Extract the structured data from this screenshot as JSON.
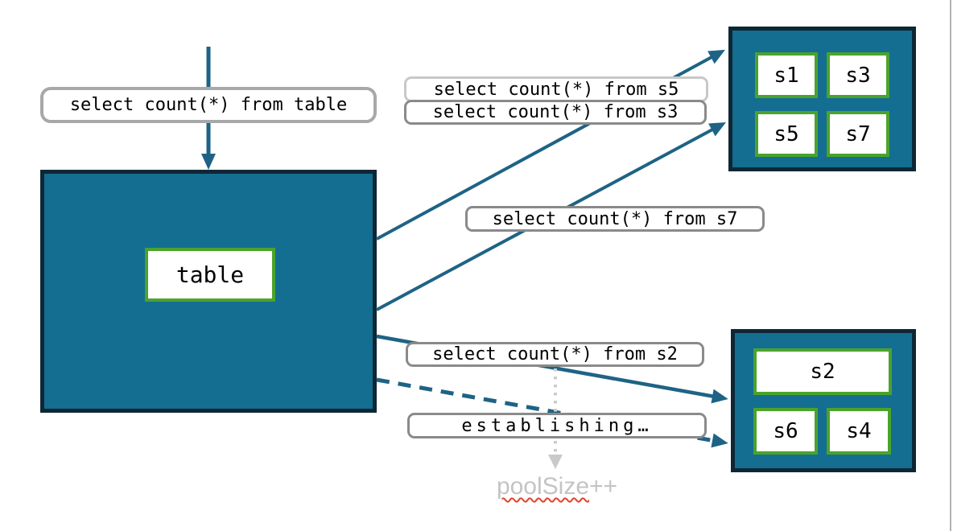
{
  "colors": {
    "box_fill": "#146e91",
    "box_border": "#0e2735",
    "shard_border": "#4aa32b",
    "arrow_teal": "#1e6385",
    "label_border": "#8a8a8a",
    "label_border_light": "#c8c8c8",
    "dotted_gray": "#c9c9c9",
    "muted_text": "#c4c4c4",
    "squiggle_red": "#e0442e"
  },
  "main_table": {
    "label": "table"
  },
  "labels": {
    "from_table": "select count(*) from table",
    "from_s5": "select count(*) from s5",
    "from_s3": "select count(*) from s3",
    "from_s7": "select count(*) from s7",
    "from_s2": "select count(*) from s2",
    "establishing": "establishing…"
  },
  "shard_groups": {
    "top": {
      "shards": [
        "s1",
        "s3",
        "s5",
        "s7"
      ]
    },
    "bottom": {
      "shards": [
        "s2",
        "s6",
        "s4"
      ]
    }
  },
  "poolsize": {
    "word": "poolSize",
    "suffix": "++"
  }
}
